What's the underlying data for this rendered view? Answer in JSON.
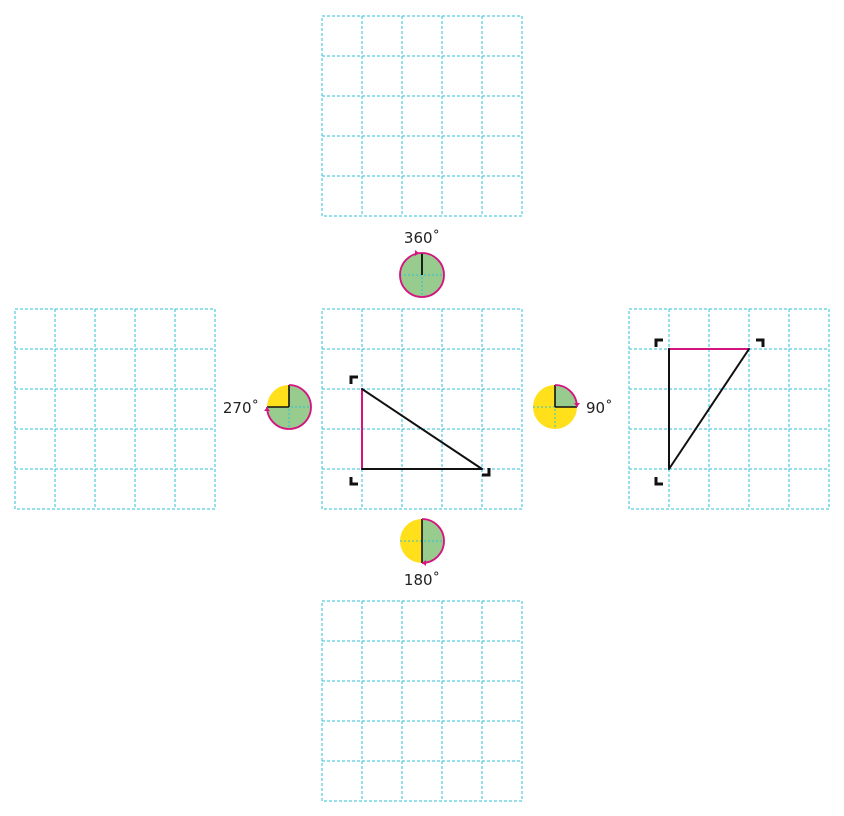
{
  "labels": {
    "deg_360": "360˚",
    "deg_270": "270˚",
    "deg_90": "90˚",
    "deg_180": "180˚"
  },
  "colors": {
    "grid": "#2bc0da",
    "edge": "#111111",
    "marked_edge": "#d4157f",
    "dial_yellow": "#ffe01a",
    "dial_green": "#98cc8f",
    "dial_ring": "#d4157f",
    "dial_axis": "#2bc0da"
  },
  "grid": {
    "rows": 5,
    "cols": 5
  },
  "rotations": [
    {
      "id": "rot-360",
      "angle": 360,
      "label_key": "deg_360"
    },
    {
      "id": "rot-90",
      "angle": 90,
      "label_key": "deg_90"
    },
    {
      "id": "rot-180",
      "angle": 180,
      "label_key": "deg_180"
    },
    {
      "id": "rot-270",
      "angle": 270,
      "label_key": "deg_270"
    }
  ],
  "shapes": {
    "original": {
      "vertices": [
        [
          1,
          2
        ],
        [
          1,
          4
        ],
        [
          4,
          4
        ]
      ],
      "marked_edge": [
        0,
        1
      ]
    },
    "rotated_90": {
      "vertices": [
        [
          3,
          1
        ],
        [
          1,
          1
        ],
        [
          1,
          4
        ]
      ],
      "marked_edge": [
        0,
        1
      ]
    }
  }
}
